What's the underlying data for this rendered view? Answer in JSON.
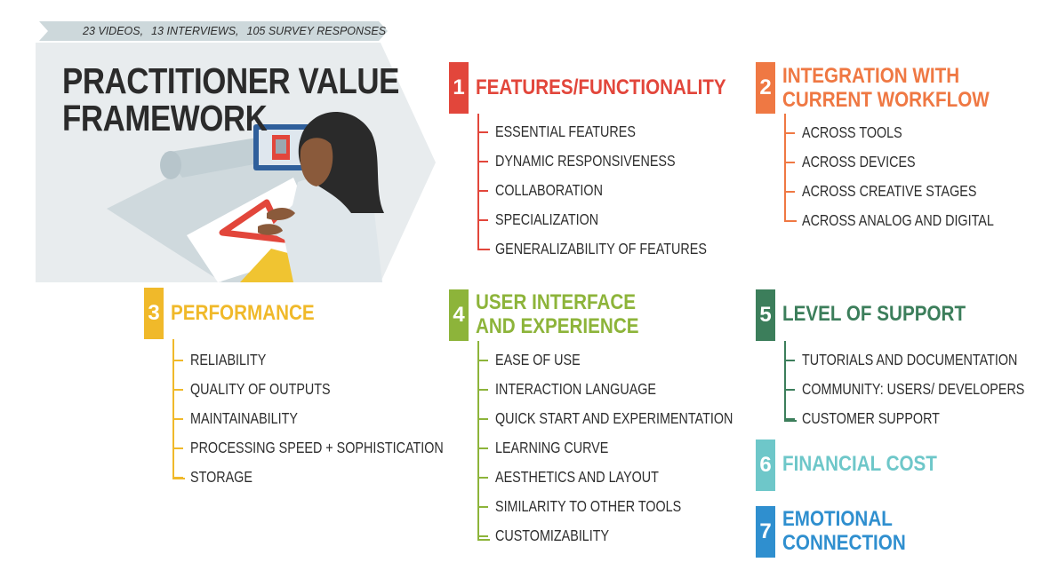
{
  "stats": {
    "videos": "23 VIDEOS,",
    "interviews": "13 INTERVIEWS,",
    "surveys": "105 SURVEY RESPONSES",
    "icons": [
      "video-camera-icon",
      "people-icon",
      "survey-play-icon"
    ]
  },
  "title": {
    "line1": "PRACTITIONER VALUE",
    "line2": "FRAMEWORK"
  },
  "categories": [
    {
      "number": "1",
      "title_lines": [
        "FEATURES/FUNCTIONALITY"
      ],
      "color": "#e2463b",
      "items": [
        "ESSENTIAL FEATURES",
        "DYNAMIC RESPONSIVENESS",
        "COLLABORATION",
        "SPECIALIZATION",
        "GENERALIZABILITY OF FEATURES"
      ]
    },
    {
      "number": "2",
      "title_lines": [
        "INTEGRATION WITH",
        "CURRENT WORKFLOW"
      ],
      "color": "#ef7843",
      "items": [
        "ACROSS TOOLS",
        "ACROSS DEVICES",
        "ACROSS CREATIVE STAGES",
        "ACROSS ANALOG AND DIGITAL"
      ]
    },
    {
      "number": "3",
      "title_lines": [
        "PERFORMANCE"
      ],
      "color": "#f0b92a",
      "items": [
        "RELIABILITY",
        "QUALITY OF OUTPUTS",
        "MAINTAINABILITY",
        "PROCESSING SPEED + SOPHISTICATION",
        "STORAGE"
      ]
    },
    {
      "number": "4",
      "title_lines": [
        "USER INTERFACE",
        "AND EXPERIENCE"
      ],
      "color": "#8db43a",
      "items": [
        "EASE OF USE",
        "INTERACTION LANGUAGE",
        "QUICK START AND EXPERIMENTATION",
        "LEARNING CURVE",
        "AESTHETICS AND LAYOUT",
        "SIMILARITY TO OTHER TOOLS",
        "CUSTOMIZABILITY"
      ]
    },
    {
      "number": "5",
      "title_lines": [
        "LEVEL OF SUPPORT"
      ],
      "color": "#3c7e5b",
      "items": [
        "TUTORIALS AND DOCUMENTATION",
        "COMMUNITY: USERS/ DEVELOPERS",
        "CUSTOMER SUPPORT"
      ]
    },
    {
      "number": "6",
      "title_lines": [
        "FINANCIAL COST"
      ],
      "color": "#6ec7c9",
      "items": []
    },
    {
      "number": "7",
      "title_lines": [
        "EMOTIONAL",
        "CONNECTION"
      ],
      "color": "#2f8fcf",
      "items": []
    }
  ]
}
